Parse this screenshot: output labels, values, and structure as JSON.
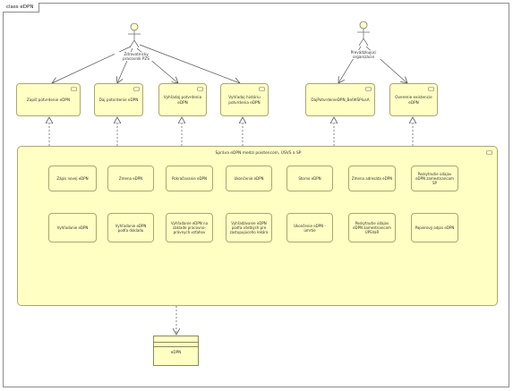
{
  "frame": {
    "title": "class eDPN"
  },
  "actors": [
    {
      "id": "a1",
      "label": "Zdravotnícky pracovník PZS"
    },
    {
      "id": "a2",
      "label": "Prevádzkujúci organizácie"
    }
  ],
  "top_nodes": [
    {
      "id": "n1",
      "label": "Zapíš potvrdenie eDPN"
    },
    {
      "id": "n2",
      "label": "Daj potvrdenie eDPN"
    },
    {
      "id": "n3",
      "label": "Vyhľadaj potvrdenia eDPN"
    },
    {
      "id": "n4",
      "label": "Vyhľadaj históriu potvrdenia eDPN"
    },
    {
      "id": "n5",
      "label": "DajPotvrdenieDPN_BeIWSPlusA"
    },
    {
      "id": "n6",
      "label": "Overenie existencie eDPN"
    }
  ],
  "container": {
    "label": "Správa eDPN medzi poistencom, ÚSVS a SP"
  },
  "sub_row1": [
    "Zápis novej eDPN",
    "Zmena eDPN",
    "Pokračovanie eDPN",
    "Ukončenie eDPN",
    "Storno eDPN",
    "Zmena adresáta eDPN",
    "Poskytnutie údajov eDPN zamestnancom SP"
  ],
  "sub_row2": [
    "Vyhľadanie eDPN",
    "Vyhľadanie eDPN podľa dokladu",
    "Vyhľadanie eDPN na základe pracovno-právnych vzťahov",
    "Vyhľadávanie eDPN podľa všetkých pre zastupujúceho lekára",
    "Ukončenie eDPN - úmrtie",
    "Poskytnutie údajov eDPN zamestnancom ÚPSVaR",
    "Papierový odpis eDPN"
  ],
  "entity": {
    "label": "eDPN"
  }
}
